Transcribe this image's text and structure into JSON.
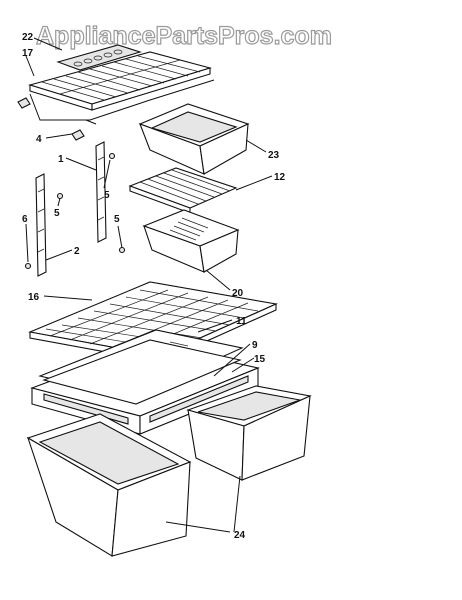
{
  "watermark": "AppliancePartsPros.com",
  "callouts": {
    "c22": "22",
    "c17": "17",
    "c4": "4",
    "c1": "1",
    "c5a": "5",
    "c5b": "5",
    "c5c": "5",
    "c6": "6",
    "c2": "2",
    "c23": "23",
    "c12": "12",
    "c20": "20",
    "c16": "16",
    "c11": "11",
    "c9": "9",
    "c15": "15",
    "c24": "24"
  }
}
